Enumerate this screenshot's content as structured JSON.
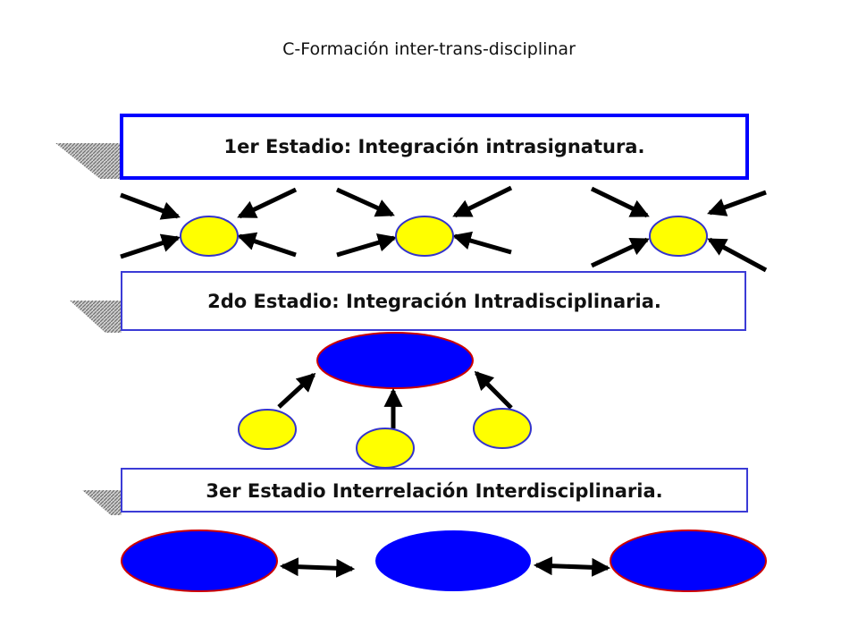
{
  "title": "C-Formación inter-trans-disciplinar",
  "stages": [
    {
      "label": "1er Estadio: Integración intrasignatura."
    },
    {
      "label": "2do Estadio: Integración Intradisciplinaria."
    },
    {
      "label": "3er Estadio Interrelación Interdisciplinaria."
    }
  ],
  "colors": {
    "yellow_node": "#ffff00",
    "blue_node": "#0000ff",
    "stage1_border": "#0000ff",
    "stage_border": "#3b3bd6",
    "node_outline_blue": "#3333cc",
    "node_outline_red": "#cc0000",
    "arrow": "#000000",
    "shadow": "#9a9a9a"
  }
}
